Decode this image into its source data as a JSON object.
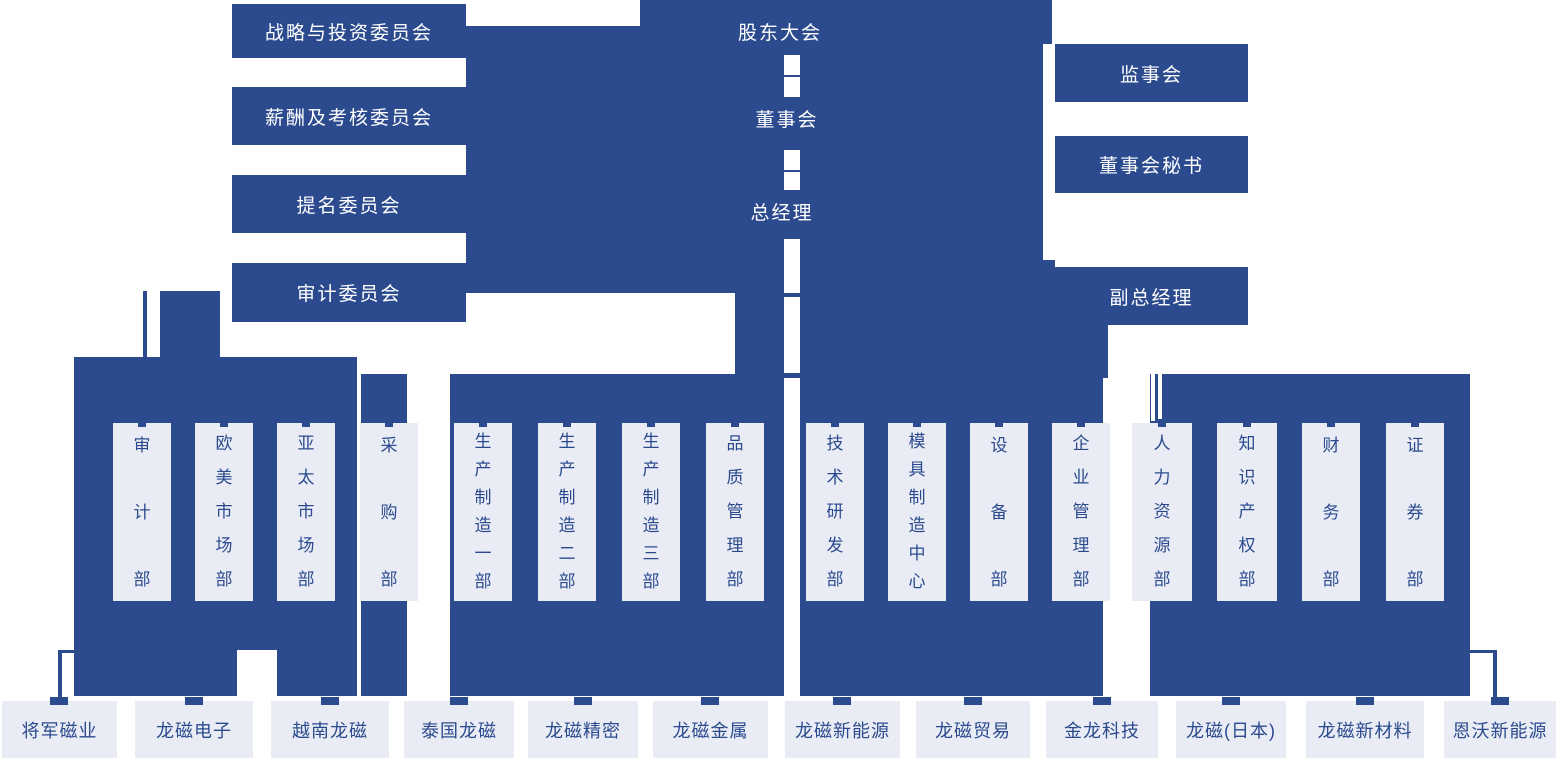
{
  "colors": {
    "primary_blue": "#2c4b8f",
    "card_background": "#e9ecf4",
    "text_on_light": "#2b4a8e",
    "text_on_dark": "#ffffff"
  },
  "hierarchy": {
    "shareholders_meeting": "股东大会",
    "board_of_directors": "董事会",
    "general_manager": "总经理"
  },
  "board_committees": [
    "战略与投资委员会",
    "薪酬及考核委员会",
    "提名委员会",
    "审计委员会"
  ],
  "supervision_and_executives": [
    "监事会",
    "董事会秘书",
    "副总经理"
  ],
  "departments": [
    "审计部",
    "欧美市场部",
    "亚太市场部",
    "采购部",
    "生产制造一部",
    "生产制造二部",
    "生产制造三部",
    "品质管理部",
    "技术研发部",
    "模具制造中心",
    "设备部",
    "企业管理部",
    "人力资源部",
    "知识产权部",
    "财务部",
    "证券部"
  ],
  "subsidiaries": [
    "将军磁业",
    "龙磁电子",
    "越南龙磁",
    "泰国龙磁",
    "龙磁精密",
    "龙磁金属",
    "龙磁新能源",
    "龙磁贸易",
    "金龙科技",
    "龙磁(日本)",
    "龙磁新材料",
    "恩沃新能源"
  ]
}
